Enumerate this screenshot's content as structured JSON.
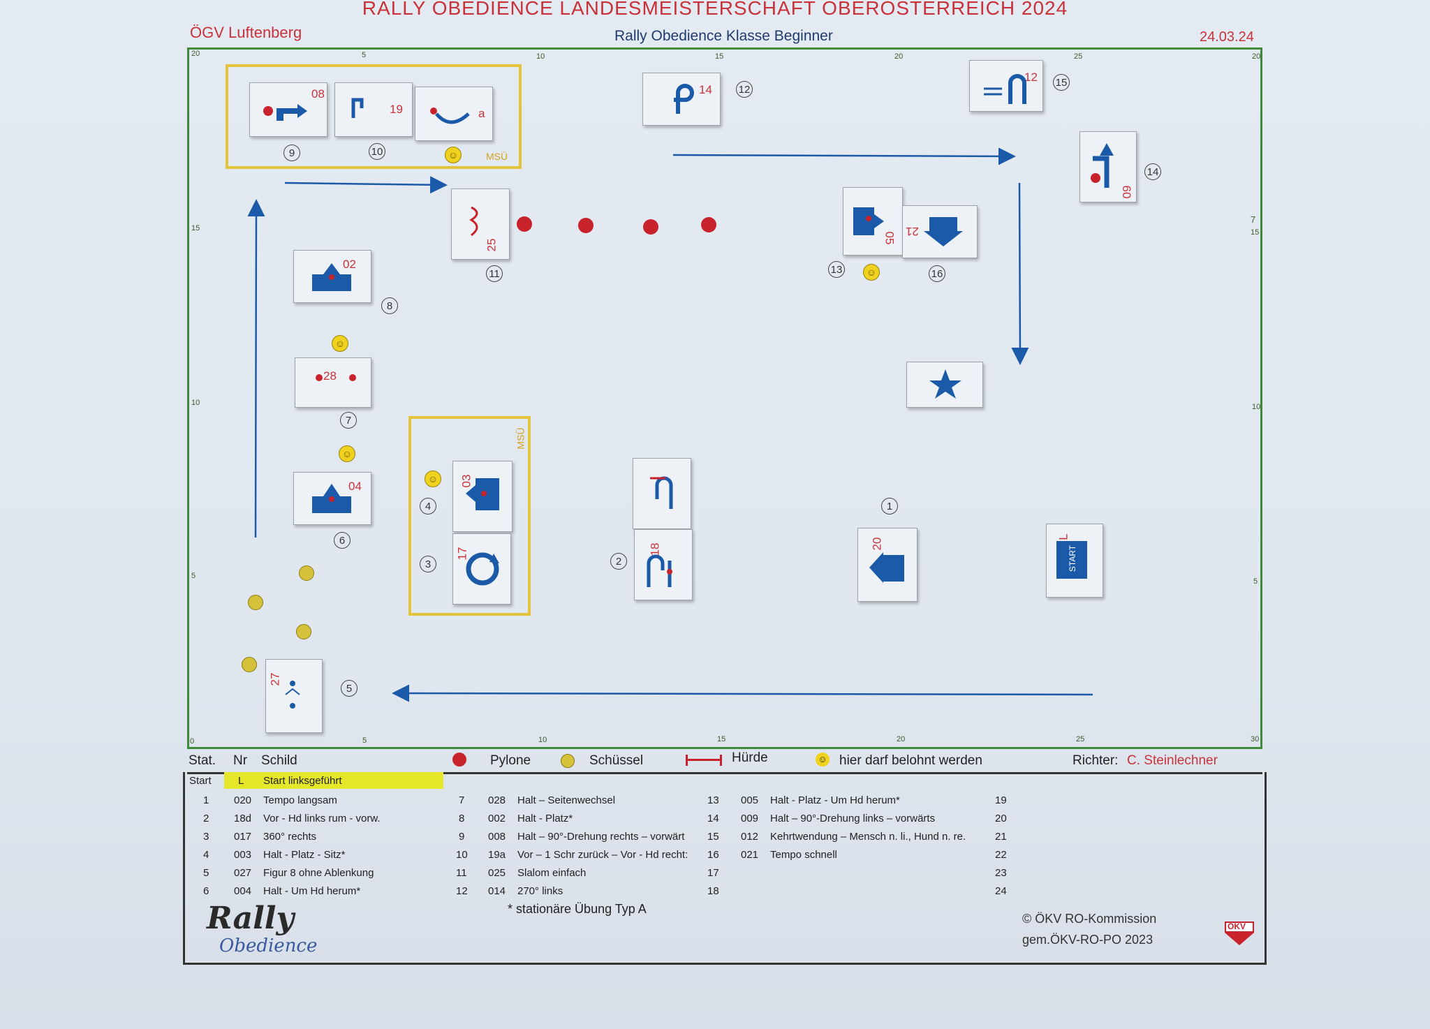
{
  "header": {
    "title": "RALLY OBEDIENCE LANDESMEISTERSCHAFT OBERÖSTERREICH 2024",
    "club": "ÖGV Luftenberg",
    "class": "Rally Obedience Klasse Beginner",
    "date": "24.03.24"
  },
  "grid": {
    "top": [
      "20",
      "5",
      "10",
      "15",
      "20",
      "25",
      "20"
    ],
    "bottom": [
      "0",
      "5",
      "10",
      "15",
      "20",
      "25",
      "30"
    ],
    "left": [
      "15",
      "10",
      "5"
    ],
    "right": [
      "15",
      "10",
      "5"
    ],
    "right_extra": "7"
  },
  "stations": {
    "s1": "1",
    "s2": "2",
    "s3": "3",
    "s4": "4",
    "s5": "5",
    "s6": "6",
    "s7": "7",
    "s8": "8",
    "s9": "9",
    "s10": "10",
    "s11": "11",
    "s12": "12",
    "s13": "13",
    "s14": "14",
    "s15": "15",
    "s16": "16"
  },
  "signs": {
    "n08": "08",
    "n19": "19",
    "na": "a",
    "n14": "14",
    "n12": "12",
    "n09": "09",
    "n25": "25",
    "n05": "05",
    "n21": "21",
    "n02": "02",
    "n28": "28",
    "n04": "04",
    "n03": "03",
    "n17": "17",
    "n18": "18",
    "n20": "20",
    "nL": "L",
    "n27": "27",
    "start_label": "START"
  },
  "msu": "MSÜ",
  "legend": {
    "stat": "Stat.",
    "nr": "Nr",
    "schild": "Schild",
    "pylone": "Pylone",
    "schuessel": "Schüssel",
    "huerde": "Hürde",
    "belohnt": "hier darf belohnt werden",
    "richter_label": "Richter:",
    "richter": "C. Steinlechner"
  },
  "table": {
    "start": {
      "stat": "Start",
      "nr": "L",
      "text": "Start linksgeführt"
    },
    "col1": [
      {
        "stat": "1",
        "nr": "020",
        "text": "Tempo langsam"
      },
      {
        "stat": "2",
        "nr": "18d",
        "text": "Vor - Hd links rum - vorw."
      },
      {
        "stat": "3",
        "nr": "017",
        "text": "360° rechts"
      },
      {
        "stat": "4",
        "nr": "003",
        "text": "Halt - Platz - Sitz*"
      },
      {
        "stat": "5",
        "nr": "027",
        "text": "Figur 8 ohne Ablenkung"
      },
      {
        "stat": "6",
        "nr": "004",
        "text": "Halt - Um Hd herum*"
      }
    ],
    "col2": [
      {
        "stat": "7",
        "nr": "028",
        "text": "Halt – Seitenwechsel"
      },
      {
        "stat": "8",
        "nr": "002",
        "text": "Halt - Platz*"
      },
      {
        "stat": "9",
        "nr": "008",
        "text": "Halt – 90°-Drehung rechts – vorwärt"
      },
      {
        "stat": "10",
        "nr": "19a",
        "text": "Vor – 1 Schr zurück – Vor - Hd recht:"
      },
      {
        "stat": "11",
        "nr": "025",
        "text": "Slalom einfach"
      },
      {
        "stat": "12",
        "nr": "014",
        "text": "270° links"
      }
    ],
    "col3": [
      {
        "stat": "13",
        "nr": "005",
        "text": "Halt - Platz - Um Hd herum*"
      },
      {
        "stat": "14",
        "nr": "009",
        "text": "Halt – 90°-Drehung links – vorwärts"
      },
      {
        "stat": "15",
        "nr": "012",
        "text": "Kehrtwendung – Mensch n. li., Hund n. re."
      },
      {
        "stat": "16",
        "nr": "021",
        "text": "Tempo schnell"
      },
      {
        "stat": "17",
        "nr": "",
        "text": ""
      },
      {
        "stat": "18",
        "nr": "",
        "text": ""
      }
    ],
    "col4": [
      "19",
      "20",
      "21",
      "22",
      "23",
      "24"
    ],
    "note": "*    stationäre Übung Typ A"
  },
  "footer": {
    "copyright": "© ÖKV RO-Kommission",
    "rules": "gem.ÖKV-RO-PO 2023",
    "logo_text": "Rally",
    "logo_sub": "Obedience",
    "okv": "ÖKV"
  },
  "colors": {
    "accent_red": "#c8323a",
    "course_blue": "#1a5aa8",
    "field_green": "#3f8a3a",
    "msu_yellow": "#e3c43a"
  },
  "icons": [
    "pylon-marker",
    "bowl-marker",
    "smiley-icon",
    "hurdle-icon",
    "star-finish-icon"
  ]
}
